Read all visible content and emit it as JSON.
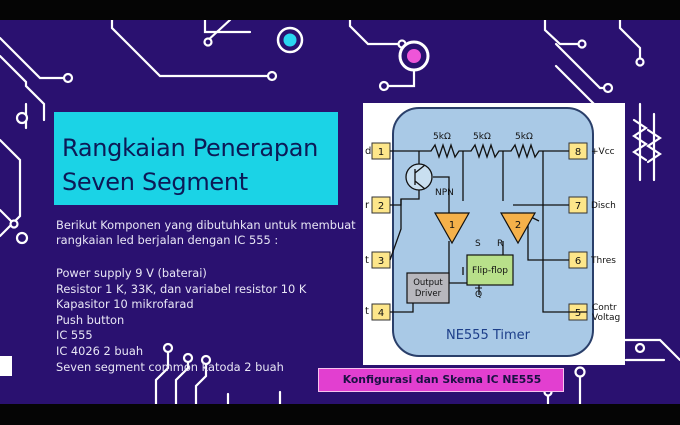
{
  "slide": {
    "title_line1": "Rangkaian Penerapan",
    "title_line2": "Seven Segment",
    "intro": "Berikut Komponen yang dibutuhkan untuk membuat rangkaian led berjalan dengan IC 555 :",
    "items": [
      "Power supply 9 V (baterai)",
      "Resistor 1 K, 33K, dan variabel resistor 10 K",
      "Kapasitor 10 mikrofarad",
      "Push button",
      "IC 555",
      "IC 4026  2 buah",
      "Seven segment common katoda 2 buah"
    ],
    "caption": "Konfigurasi dan Skema IC NE555"
  },
  "diagram": {
    "chip_name": "NE555 Timer",
    "resistor_label": "5kΩ",
    "transistor_label": "NPN",
    "comparator1": "1",
    "comparator2": "2",
    "flipflop": "Flip-flop",
    "ff_s": "S",
    "ff_r": "R",
    "ff_q": "Q",
    "output_driver_1": "Output",
    "output_driver_2": "Driver",
    "pins_left": [
      "1",
      "2",
      "3",
      "4"
    ],
    "pins_right": [
      "8",
      "7",
      "6",
      "5"
    ],
    "pin_names_left": [
      "d",
      "r",
      "t",
      "t"
    ],
    "pin_name_vcc": "+Vcc",
    "pin_name_disch": "Disch",
    "pin_name_thres": "Thres",
    "pin_name_ctrl1": "Contr",
    "pin_name_ctrl2": "Voltag"
  },
  "colors": {
    "background": "#2a1170",
    "title_box": "#1bd3e6",
    "caption_box": "#e23fd0",
    "chip_body": "#a9c9e6",
    "pin_box": "#fde68a",
    "comparator": "#f5b14a",
    "flipflop": "#b8e08a",
    "driver": "#b7b7bd"
  }
}
